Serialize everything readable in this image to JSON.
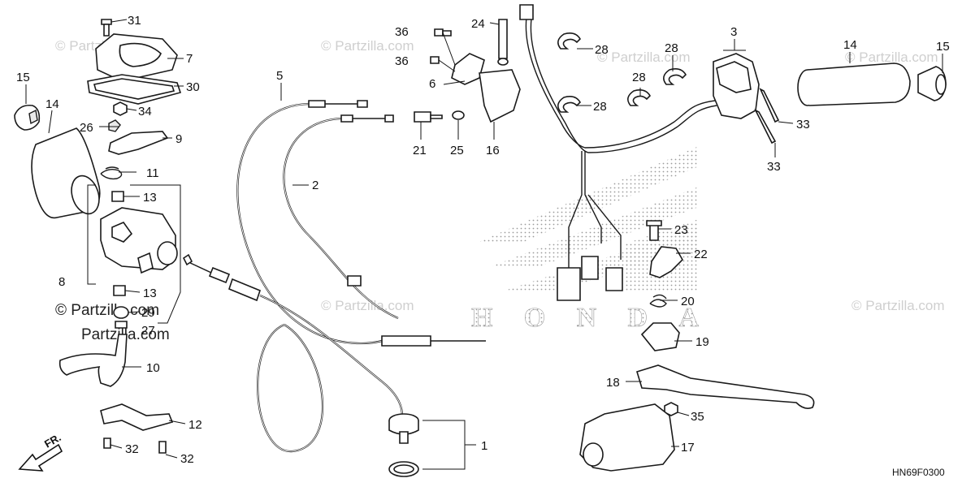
{
  "watermark": {
    "text_main": "© Partzilla.com",
    "text_small": "© Partzilla.com",
    "text_big": "Partzilla.com"
  },
  "brand_logo_text": "HONDA",
  "diagram_code": "HN69F0300",
  "direction_label": "FR.",
  "colors": {
    "line": "#1a1a1a",
    "watermark": "#cfcfcf",
    "background": "#ffffff"
  },
  "callouts": [
    {
      "id": "c31",
      "label": "31"
    },
    {
      "id": "c7",
      "label": "7"
    },
    {
      "id": "c30",
      "label": "30"
    },
    {
      "id": "c34",
      "label": "34"
    },
    {
      "id": "c26",
      "label": "26"
    },
    {
      "id": "c9",
      "label": "9"
    },
    {
      "id": "c11",
      "label": "11"
    },
    {
      "id": "c13a",
      "label": "13"
    },
    {
      "id": "c13b",
      "label": "13"
    },
    {
      "id": "c8",
      "label": "8"
    },
    {
      "id": "c29",
      "label": "29"
    },
    {
      "id": "c27",
      "label": "27"
    },
    {
      "id": "c10",
      "label": "10"
    },
    {
      "id": "c12",
      "label": "12"
    },
    {
      "id": "c32a",
      "label": "32"
    },
    {
      "id": "c32b",
      "label": "32"
    },
    {
      "id": "c15a",
      "label": "15"
    },
    {
      "id": "c14a",
      "label": "14"
    },
    {
      "id": "c5",
      "label": "5"
    },
    {
      "id": "c2",
      "label": "2"
    },
    {
      "id": "c36a",
      "label": "36"
    },
    {
      "id": "c36b",
      "label": "36"
    },
    {
      "id": "c6",
      "label": "6"
    },
    {
      "id": "c24",
      "label": "24"
    },
    {
      "id": "c21",
      "label": "21"
    },
    {
      "id": "c25",
      "label": "25"
    },
    {
      "id": "c16",
      "label": "16"
    },
    {
      "id": "c28a",
      "label": "28"
    },
    {
      "id": "c28b",
      "label": "28"
    },
    {
      "id": "c28c",
      "label": "28"
    },
    {
      "id": "c28d",
      "label": "28"
    },
    {
      "id": "c3",
      "label": "3"
    },
    {
      "id": "c33a",
      "label": "33"
    },
    {
      "id": "c33b",
      "label": "33"
    },
    {
      "id": "c14b",
      "label": "14"
    },
    {
      "id": "c15b",
      "label": "15"
    },
    {
      "id": "c23",
      "label": "23"
    },
    {
      "id": "c22",
      "label": "22"
    },
    {
      "id": "c20",
      "label": "20"
    },
    {
      "id": "c19",
      "label": "19"
    },
    {
      "id": "c18",
      "label": "18"
    },
    {
      "id": "c35",
      "label": "35"
    },
    {
      "id": "c17",
      "label": "17"
    },
    {
      "id": "c1",
      "label": "1"
    }
  ]
}
